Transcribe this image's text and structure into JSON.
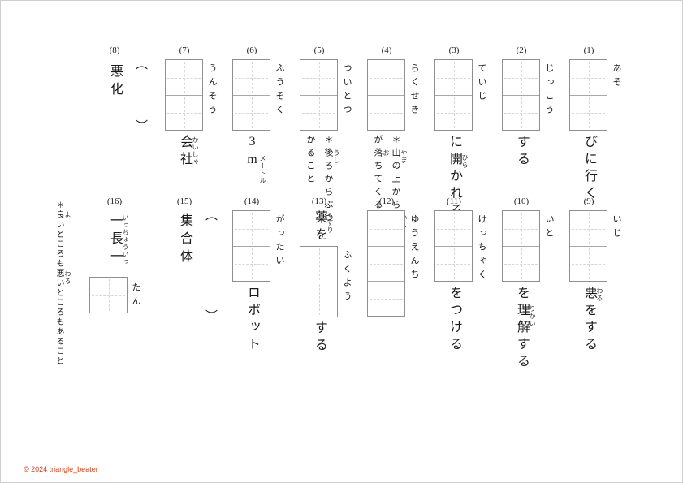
{
  "page": {
    "copyright": "© 2024 triangle_beater",
    "copyright_color": "#e8380d",
    "background_color": "#ffffff",
    "box_border_color": "#8f8f8f"
  },
  "problems": [
    {
      "num": "(1)",
      "hint": "あそ",
      "post": "びに行く"
    },
    {
      "num": "(2)",
      "hint": "じっこう",
      "post": "する"
    },
    {
      "num": "(3)",
      "hint": "ていじ",
      "post": "に開かれる",
      "furigana": "ひら"
    },
    {
      "num": "(4)",
      "hint": "らくせき",
      "note_line1": "＊山の上から石",
      "note_line2": "が落ちてくる",
      "furigana_yama": "やま",
      "furigana_ishi": "いし",
      "furigana_o": "お"
    },
    {
      "num": "(5)",
      "hint": "ついとつ",
      "note_line1": "＊後ろからぶつ",
      "note_line2": "かること",
      "furigana_ushi": "うし"
    },
    {
      "num": "(6)",
      "hint": "ふうそく",
      "post": "3m",
      "furigana": "メートル"
    },
    {
      "num": "(7)",
      "hint": "うんそう",
      "post": "会社",
      "furigana": "かいしゃ"
    },
    {
      "num": "(8)",
      "word": "悪化",
      "paren_open": "（",
      "paren_close": "）"
    },
    {
      "num": "(9)",
      "hint": "いじ",
      "post": "悪をする",
      "furigana": "わる"
    },
    {
      "num": "(10)",
      "hint": "いと",
      "post": "を理解する",
      "furigana": "りかい"
    },
    {
      "num": "(11)",
      "hint": "けっちゃく",
      "post": "をつける"
    },
    {
      "num": "(12)",
      "hint": "ゆうえんち"
    },
    {
      "num": "(13)",
      "pre": "薬を",
      "pre_furigana": "くすり",
      "hint": "ふくよう",
      "post": "する"
    },
    {
      "num": "(14)",
      "hint": "がったい",
      "post": "ロボット"
    },
    {
      "num": "(15)",
      "word": "集合体",
      "paren_open": "（",
      "paren_close": "）"
    },
    {
      "num": "(16)",
      "word": "一長一",
      "word_furigana": "いっちょういっ",
      "hint": "たん",
      "note": "＊良いところも悪いところもあること",
      "furigana_yo": "よ",
      "furigana_waru": "わる"
    }
  ]
}
